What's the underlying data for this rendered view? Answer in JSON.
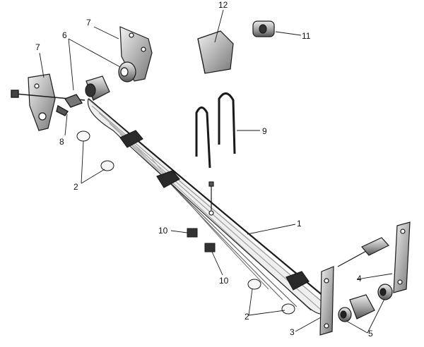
{
  "colors": {
    "ink": "#1a1a1a",
    "metal_light": "#d9d9d9",
    "metal_mid": "#9a9a9a",
    "metal_dark": "#4a4a4a",
    "paper": "#ffffff"
  },
  "callouts": {
    "c1": "1",
    "c2a": "2",
    "c2b": "2",
    "c3": "3",
    "c4": "4",
    "c5": "5",
    "c6": "6",
    "c7a": "7",
    "c7b": "7",
    "c8": "8",
    "c9": "9",
    "c10a": "10",
    "c10b": "10",
    "c11": "11",
    "c12": "12"
  }
}
